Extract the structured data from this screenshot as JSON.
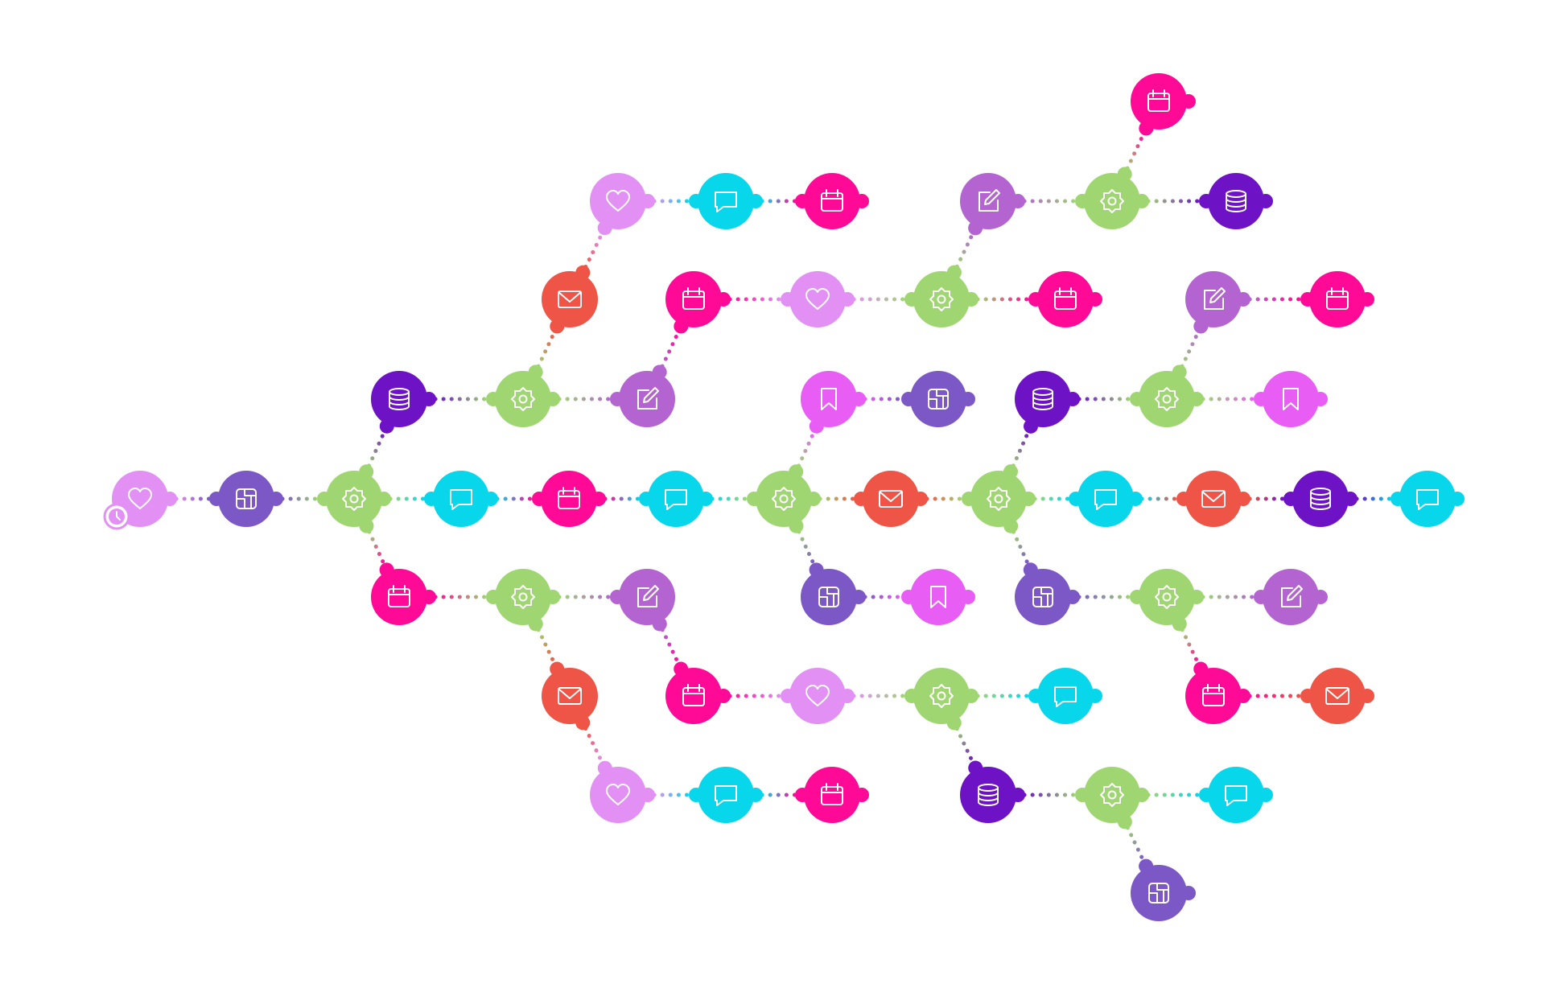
{
  "palette": {
    "heart": "#e290f4",
    "schema": "#7c57c6",
    "gear": "#9fd672",
    "chat": "#08d6ea",
    "calendar": "#ff0a96",
    "mail": "#ee5547",
    "database": "#6d12c4",
    "edit": "#b464d0",
    "bookmark": "#e85ef4"
  },
  "nodes": [
    {
      "id": "n1",
      "icon": "heart",
      "trigger": "clock"
    },
    {
      "id": "n2",
      "icon": "schema"
    },
    {
      "id": "n3",
      "icon": "gear"
    },
    {
      "id": "n4",
      "icon": "chat"
    },
    {
      "id": "n5",
      "icon": "calendar"
    },
    {
      "id": "n6",
      "icon": "chat"
    },
    {
      "id": "n7",
      "icon": "gear"
    },
    {
      "id": "n8",
      "icon": "mail"
    },
    {
      "id": "n9",
      "icon": "gear"
    },
    {
      "id": "n10",
      "icon": "chat"
    },
    {
      "id": "n11",
      "icon": "mail"
    },
    {
      "id": "n12",
      "icon": "database"
    },
    {
      "id": "n13",
      "icon": "chat"
    },
    {
      "id": "n14",
      "icon": "database"
    },
    {
      "id": "n15",
      "icon": "gear"
    },
    {
      "id": "n16",
      "icon": "edit"
    },
    {
      "id": "n17",
      "icon": "mail"
    },
    {
      "id": "n18",
      "icon": "heart"
    },
    {
      "id": "n19",
      "icon": "chat"
    },
    {
      "id": "n20",
      "icon": "calendar"
    },
    {
      "id": "n21",
      "icon": "calendar"
    },
    {
      "id": "n22",
      "icon": "heart"
    },
    {
      "id": "n23",
      "icon": "gear"
    },
    {
      "id": "n24",
      "icon": "calendar"
    },
    {
      "id": "n25",
      "icon": "edit"
    },
    {
      "id": "n26",
      "icon": "gear"
    },
    {
      "id": "n27",
      "icon": "database"
    },
    {
      "id": "n28",
      "icon": "calendar"
    },
    {
      "id": "n29",
      "icon": "calendar"
    },
    {
      "id": "n30",
      "icon": "gear"
    },
    {
      "id": "n31",
      "icon": "edit"
    },
    {
      "id": "n32",
      "icon": "mail"
    },
    {
      "id": "n33",
      "icon": "heart"
    },
    {
      "id": "n34",
      "icon": "chat"
    },
    {
      "id": "n35",
      "icon": "calendar"
    },
    {
      "id": "n36",
      "icon": "calendar"
    },
    {
      "id": "n37",
      "icon": "heart"
    },
    {
      "id": "n38",
      "icon": "gear"
    },
    {
      "id": "n39",
      "icon": "chat"
    },
    {
      "id": "n40",
      "icon": "database"
    },
    {
      "id": "n41",
      "icon": "gear"
    },
    {
      "id": "n42",
      "icon": "chat"
    },
    {
      "id": "n43",
      "icon": "schema"
    },
    {
      "id": "n44",
      "icon": "bookmark"
    },
    {
      "id": "n45",
      "icon": "schema"
    },
    {
      "id": "n46",
      "icon": "schema"
    },
    {
      "id": "n47",
      "icon": "bookmark"
    },
    {
      "id": "n48",
      "icon": "database"
    },
    {
      "id": "n49",
      "icon": "gear"
    },
    {
      "id": "n50",
      "icon": "bookmark"
    },
    {
      "id": "n51",
      "icon": "edit"
    },
    {
      "id": "n52",
      "icon": "calendar"
    },
    {
      "id": "n53",
      "icon": "schema"
    },
    {
      "id": "n54",
      "icon": "gear"
    },
    {
      "id": "n55",
      "icon": "edit"
    },
    {
      "id": "n56",
      "icon": "calendar"
    },
    {
      "id": "n57",
      "icon": "mail"
    }
  ],
  "edges": [
    [
      "n1",
      "n2"
    ],
    [
      "n2",
      "n3"
    ],
    [
      "n3",
      "n4"
    ],
    [
      "n4",
      "n5"
    ],
    [
      "n5",
      "n6"
    ],
    [
      "n6",
      "n7"
    ],
    [
      "n7",
      "n8"
    ],
    [
      "n8",
      "n9"
    ],
    [
      "n9",
      "n10"
    ],
    [
      "n10",
      "n11"
    ],
    [
      "n11",
      "n12"
    ],
    [
      "n12",
      "n13"
    ],
    [
      "n3",
      "n14"
    ],
    [
      "n14",
      "n15"
    ],
    [
      "n15",
      "n16"
    ],
    [
      "n15",
      "n17"
    ],
    [
      "n17",
      "n18"
    ],
    [
      "n18",
      "n19"
    ],
    [
      "n19",
      "n20"
    ],
    [
      "n16",
      "n21"
    ],
    [
      "n21",
      "n22"
    ],
    [
      "n22",
      "n23"
    ],
    [
      "n23",
      "n24"
    ],
    [
      "n23",
      "n25"
    ],
    [
      "n25",
      "n26"
    ],
    [
      "n26",
      "n27"
    ],
    [
      "n26",
      "n28"
    ],
    [
      "n3",
      "n29"
    ],
    [
      "n29",
      "n30"
    ],
    [
      "n30",
      "n31"
    ],
    [
      "n30",
      "n32"
    ],
    [
      "n32",
      "n33"
    ],
    [
      "n33",
      "n34"
    ],
    [
      "n34",
      "n35"
    ],
    [
      "n31",
      "n36"
    ],
    [
      "n36",
      "n37"
    ],
    [
      "n37",
      "n38"
    ],
    [
      "n38",
      "n39"
    ],
    [
      "n38",
      "n40"
    ],
    [
      "n40",
      "n41"
    ],
    [
      "n41",
      "n42"
    ],
    [
      "n41",
      "n43"
    ],
    [
      "n7",
      "n44"
    ],
    [
      "n44",
      "n45"
    ],
    [
      "n7",
      "n46"
    ],
    [
      "n46",
      "n47"
    ],
    [
      "n9",
      "n48"
    ],
    [
      "n48",
      "n49"
    ],
    [
      "n49",
      "n50"
    ],
    [
      "n49",
      "n51"
    ],
    [
      "n51",
      "n52"
    ],
    [
      "n9",
      "n53"
    ],
    [
      "n53",
      "n54"
    ],
    [
      "n54",
      "n55"
    ],
    [
      "n54",
      "n56"
    ],
    [
      "n56",
      "n57"
    ]
  ]
}
